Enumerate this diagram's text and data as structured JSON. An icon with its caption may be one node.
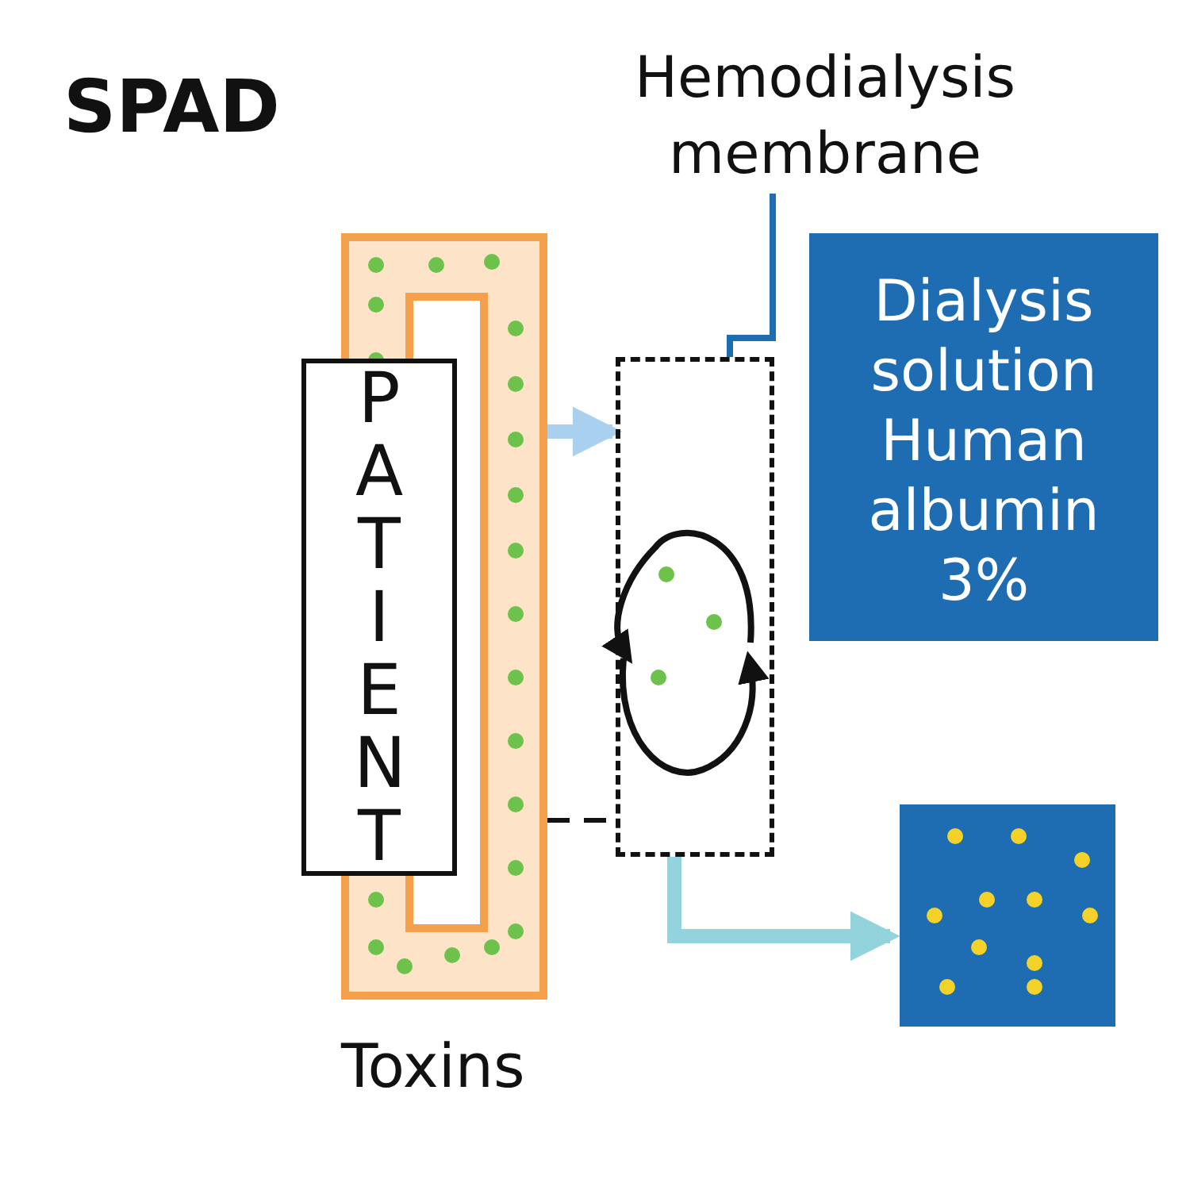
{
  "diagram": {
    "title": "SPAD",
    "nodes": [
      {
        "text": [],
        "shape": "tube"
      },
      {
        "text": [
          "PATIENT"
        ]
      },
      {
        "text": [],
        "shape": "box"
      },
      {
        "text": [
          "Dialysis solution Human albumin 3%"
        ]
      },
      {
        "text": [],
        "shape": "box"
      },
      {
        "text": [
          "Hemodialysis membrane"
        ]
      }
    ],
    "edges": [
      {
        "from": 0,
        "to": 2,
        "arrow": "to",
        "color": "#a9d1ef",
        "style": "thick"
      },
      {
        "from": 0,
        "to": 2,
        "arrow": "none",
        "style": "dashed",
        "color": "#111111"
      },
      {
        "from": 2,
        "to": 4,
        "arrow": "to",
        "color": "#93d3dc",
        "style": "thick"
      },
      {
        "from": 5,
        "to": 2,
        "arrow": "none",
        "color": "#1e6db3"
      }
    ],
    "labels": [
      "Toxins"
    ]
  }
}
